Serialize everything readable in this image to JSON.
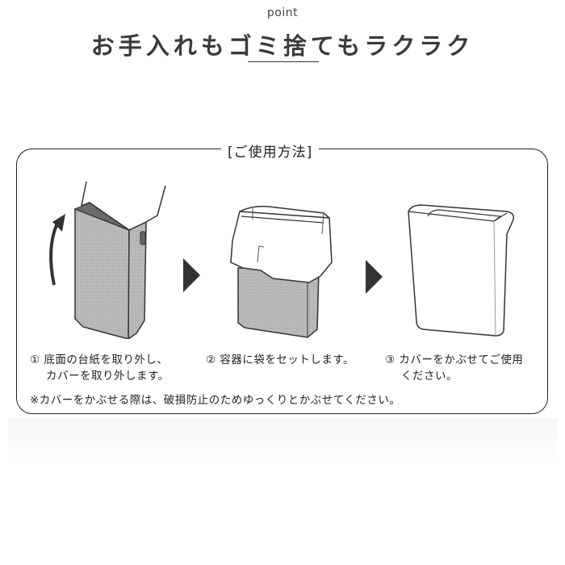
{
  "header": {
    "eyebrow": "point",
    "title": "お手入れもゴミ捨てもラクラク"
  },
  "usage": {
    "title": "[ご使用方法]",
    "steps": [
      {
        "number": "①",
        "line1": "① 底面の台紙を取り外し、",
        "line2": "カバーを取り外します。",
        "illustration": "bin-cover-lift"
      },
      {
        "number": "②",
        "line1": "② 容器に袋をセットします。",
        "line2": "",
        "illustration": "bin-with-bag"
      },
      {
        "number": "③",
        "line1": "③ カバーをかぶせてご使用",
        "line2": "ください。",
        "illustration": "bin-covered"
      }
    ],
    "note": "※カバーをかぶせる際は、破損防止のためゆっくりとかぶせてください。"
  },
  "colors": {
    "text": "#222222",
    "bin_gray": "#b5b5b5",
    "bin_dark": "#6a6a6a",
    "arrow": "#333333"
  }
}
